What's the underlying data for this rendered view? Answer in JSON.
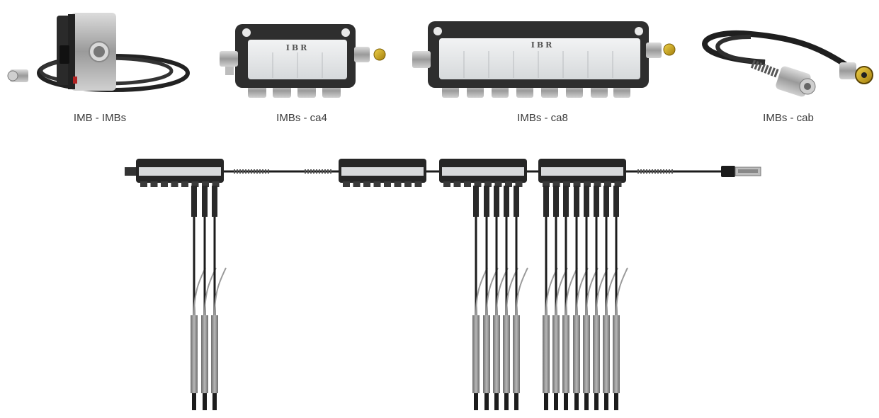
{
  "products": [
    {
      "caption": "IMB - IMBs",
      "logo": ""
    },
    {
      "caption": "IMBs - ca4",
      "logo": "IBR"
    },
    {
      "caption": "IMBs - ca8",
      "logo": "IBR"
    },
    {
      "caption": "IMBs - cab",
      "logo": ""
    }
  ],
  "colors": {
    "housing": "#2b2b2b",
    "label_panel": "#e9ebec",
    "cable": "#1c1c1c",
    "probe": "#8d8d8d",
    "connector_gold": "#c9a21a",
    "metal": "#b5b5b5",
    "caption_text": "#3a3a3a"
  },
  "icons": [
    "usb-plug-icon"
  ]
}
